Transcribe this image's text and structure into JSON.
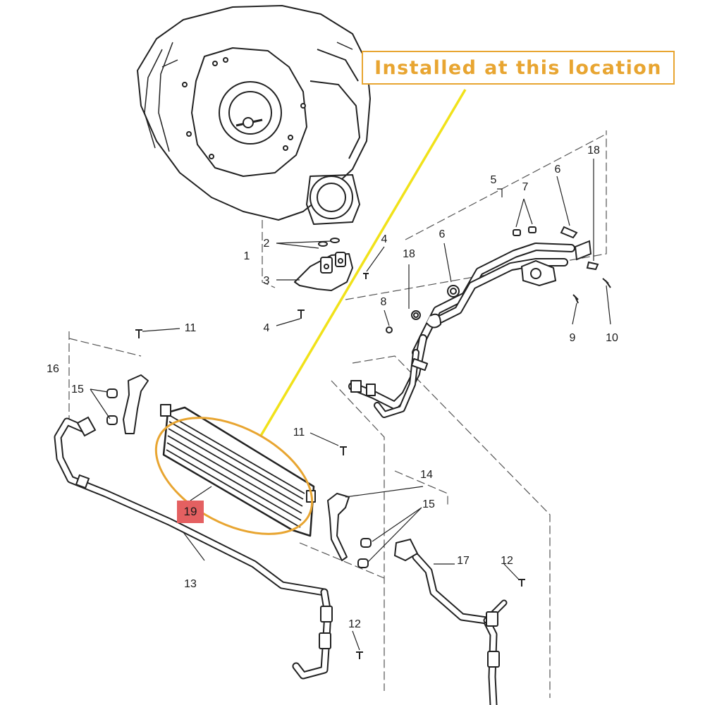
{
  "callout": {
    "text": "Installed at this location",
    "color": "#e8a531",
    "pointer_color": "#f1e21a"
  },
  "highlight": {
    "part_number": "19",
    "badge_color": "#e46061",
    "ring_color": "#e8a531"
  },
  "part_labels": {
    "l1": "1",
    "l2": "2",
    "l3": "3",
    "l4a": "4",
    "l4b": "4",
    "l5": "5",
    "l6a": "6",
    "l6b": "6",
    "l7": "7",
    "l8": "8",
    "l9": "9",
    "l10": "10",
    "l11a": "11",
    "l11b": "11",
    "l12a": "12",
    "l12b": "12",
    "l13": "13",
    "l14": "14",
    "l15a": "15",
    "l15b": "15",
    "l16": "16",
    "l17": "17",
    "l18a": "18",
    "l18b": "18"
  },
  "colors": {
    "line": "#222222",
    "dash": "#555555"
  }
}
